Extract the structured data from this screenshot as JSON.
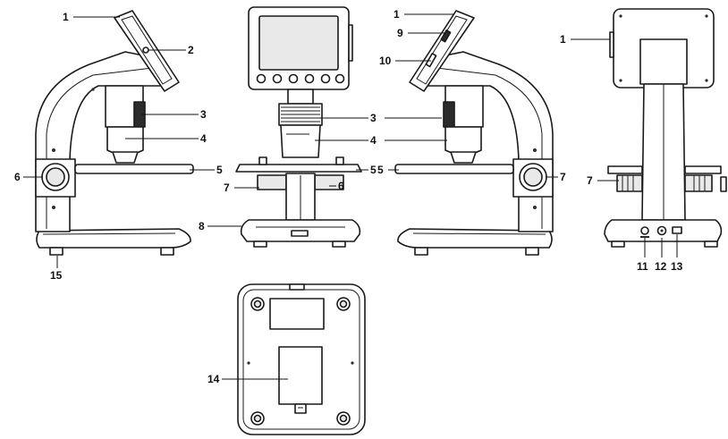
{
  "diagram": {
    "callouts": {
      "a1": "1",
      "a2": "2",
      "a3": "3",
      "a4": "4",
      "a5": "5",
      "a6": "6",
      "a8": "8",
      "a15": "15",
      "b3": "3",
      "b4": "4",
      "b5": "5",
      "b6": "6",
      "b7": "7",
      "c1": "1",
      "c9": "9",
      "c10": "10",
      "c5": "5",
      "c7": "7",
      "d1": "1",
      "d7": "7",
      "d11": "11",
      "d12": "12",
      "d13": "13",
      "e14": "14"
    }
  }
}
